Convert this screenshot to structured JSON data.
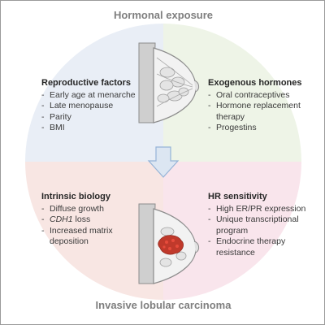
{
  "title_top": "Hormonal exposure",
  "title_bottom": "Invasive lobular carcinoma",
  "blocks": {
    "reproductive": {
      "heading": "Reproductive factors",
      "items": [
        "Early age at menarche",
        "Late menopause",
        "Parity",
        "BMI"
      ]
    },
    "exogenous": {
      "heading": "Exogenous hormones",
      "items": [
        "Oral contraceptives",
        "Hormone replacement therapy",
        "Progestins"
      ]
    },
    "intrinsic": {
      "heading": "Intrinsic biology",
      "items": [
        "Diffuse growth",
        "CDH1",
        "loss",
        "Increased matrix deposition"
      ]
    },
    "hr": {
      "heading": "HR sensitivity",
      "items": [
        "High ER/PR expression",
        "Unique transcriptional program",
        "Endocrine therapy resistance"
      ]
    }
  },
  "colors": {
    "quadrant_top_left": "#e9eef6",
    "quadrant_top_right": "#eef4e7",
    "quadrant_bottom_left": "#f8e6e3",
    "quadrant_bottom_right": "#f9e5ec",
    "arrow": "#dce6f2",
    "arrow_stroke": "#95b3d7",
    "tumor": "#c0392b"
  }
}
